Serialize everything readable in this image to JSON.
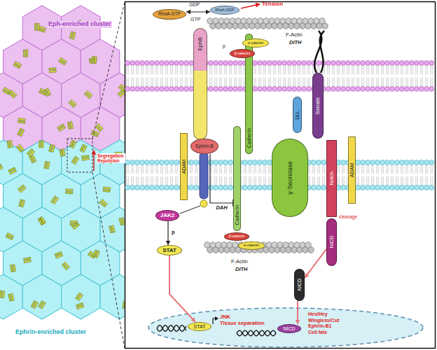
{
  "diagram": {
    "nodes": [
      {
        "text": [
          "RhoA-GTP"
        ]
      },
      {
        "text": [
          "RhoA-GDP"
        ]
      },
      {
        "text": [
          "EphB"
        ]
      },
      {
        "text": [
          "Cadherin"
        ]
      },
      {
        "text": [
          "α-catenin"
        ]
      },
      {
        "text": [
          "β-catenin"
        ]
      },
      {
        "text": [
          "DLL"
        ]
      },
      {
        "text": [
          "Serrate"
        ]
      },
      {
        "text": [
          "ADAM"
        ]
      },
      {
        "text": [
          "Ephrin-B"
        ]
      },
      {
        "text": [
          "Cadherin"
        ]
      },
      {
        "text": [
          "γ-Secretase"
        ]
      },
      {
        "text": [
          "Notch"
        ]
      },
      {
        "text": [
          "ADAM"
        ]
      },
      {
        "text": [
          "NICD"
        ]
      },
      {
        "text": [
          "β-catenin"
        ]
      },
      {
        "text": [
          "α-catenin"
        ]
      },
      {
        "text": [
          "JAK2"
        ]
      },
      {
        "text": [
          "STAT"
        ]
      },
      {
        "text": [
          "NICD"
        ]
      },
      {
        "text": [
          "STAT"
        ]
      },
      {
        "text": [
          "NICD"
        ]
      }
    ],
    "edges": [
      {
        "from": 0,
        "to": 1,
        "arrow": "both"
      },
      {
        "from": 9,
        "to": 10,
        "label": "DAH",
        "arrow": "to"
      },
      {
        "from": 17,
        "to": 18,
        "label": "p",
        "arrow": "to"
      },
      {
        "from": 18,
        "to": 20,
        "arrow": "to"
      },
      {
        "from": 14,
        "to": 19,
        "arrow": "to"
      },
      {
        "from": 19,
        "to": 21,
        "arrow": "to"
      }
    ],
    "labels": [
      "GDP",
      "GTP",
      "Tension",
      "p",
      "F-Actin",
      "DITH",
      "F-Actin",
      "DITH",
      "cleavage",
      "JNK",
      "Tissue separation",
      "Hes/Hey",
      "Wingless/Cut",
      "Ephrin-B1",
      "Cell fate",
      "Eph-enriched cluster",
      "Segregation Repulsion",
      "Ephrin-enriched cluster"
    ]
  }
}
